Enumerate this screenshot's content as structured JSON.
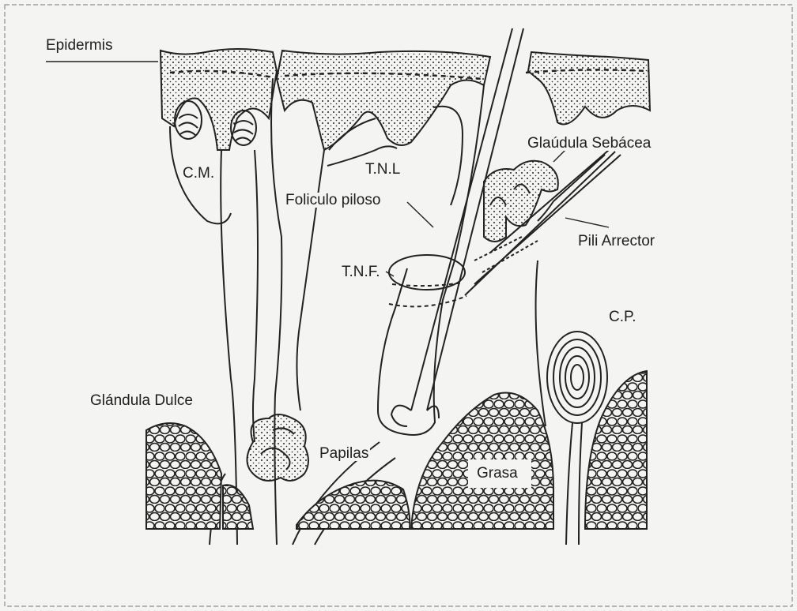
{
  "labels": {
    "epidermis": "Epidermis",
    "glandula_sebacea": "Glaúdula Sebácea",
    "cm": "C.M.",
    "tnl": "T.N.L",
    "foliculo_piloso": "Foliculo piloso",
    "pili_arrector": "Pili Arrector",
    "tnf": "T.N.F.",
    "cp": "C.P.",
    "glandula_dulce": "Glándula Dulce",
    "papilas": "Papilas",
    "grasa": "Grasa"
  }
}
